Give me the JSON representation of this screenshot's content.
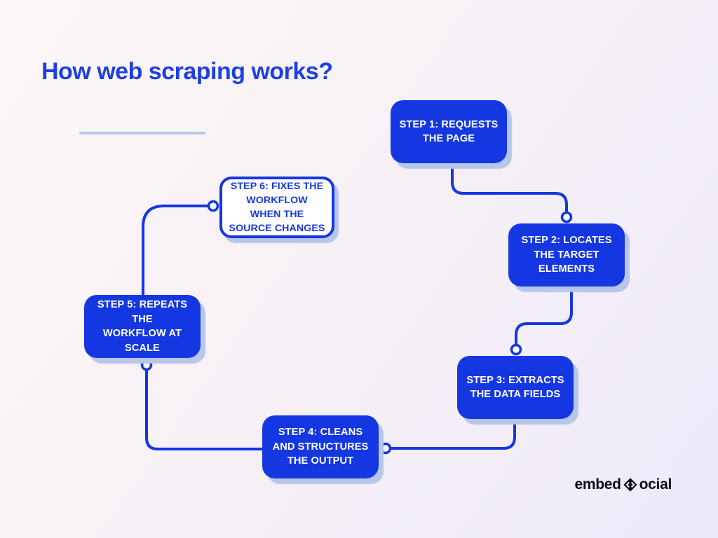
{
  "title": "How web scraping works?",
  "colors": {
    "accent_blue": "#1437e2",
    "title_blue": "#1d40e4",
    "shadow_blue": "#b7c6ea",
    "underline_blue": "#b9c6e4",
    "box_text_white": "#ffffff",
    "logo_black": "#0e0e13"
  },
  "diagram": {
    "type": "flowchart",
    "steps": [
      {
        "id": 1,
        "label": "STEP 1: REQUESTS\nTHE PAGE",
        "variant": "solid"
      },
      {
        "id": 2,
        "label": "STEP 2: LOCATES\nTHE TARGET\nELEMENTS",
        "variant": "solid"
      },
      {
        "id": 3,
        "label": "STEP 3: EXTRACTS\nTHE DATA FIELDS",
        "variant": "solid"
      },
      {
        "id": 4,
        "label": "STEP 4: CLEANS\nAND STRUCTURES\nTHE OUTPUT",
        "variant": "solid"
      },
      {
        "id": 5,
        "label": "STEP 5: REPEATS THE\nWORKFLOW AT\nSCALE",
        "variant": "solid"
      },
      {
        "id": 6,
        "label": "STEP 6: FIXES THE\nWORKFLOW\nWHEN THE\nSOURCE CHANGES",
        "variant": "outline"
      }
    ],
    "flow_order": "1 → 2 → 3 → 4 → 5 → 6"
  },
  "brand": {
    "text_left": "embed",
    "text_right": "ocial",
    "icon": "code-diamond-icon"
  }
}
